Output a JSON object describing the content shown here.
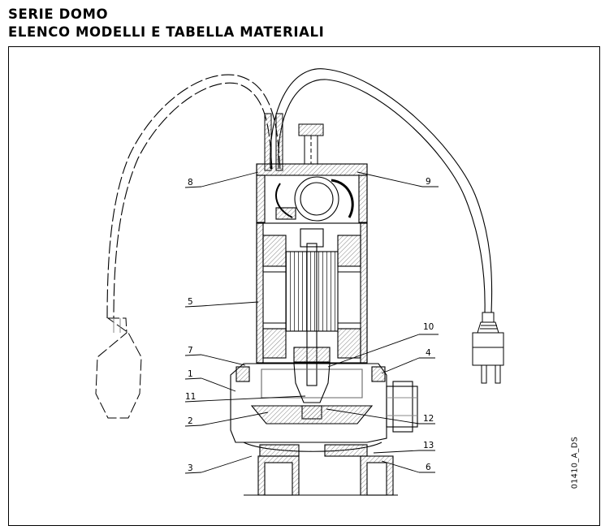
{
  "header": {
    "title_line1": "SERIE DOMO",
    "title_line2": "ELENCO MODELLI E TABELLA MATERIALI"
  },
  "drawing": {
    "code": "01410_A_DS",
    "callouts": {
      "c1": "1",
      "c2": "2",
      "c3": "3",
      "c4": "4",
      "c5": "5",
      "c6": "6",
      "c7": "7",
      "c8": "8",
      "c9": "9",
      "c10": "10",
      "c11": "11",
      "c12": "12",
      "c13": "13"
    }
  },
  "colors": {
    "ink": "#000000",
    "background": "#ffffff",
    "hatch_gray": "#9a9a9a"
  }
}
